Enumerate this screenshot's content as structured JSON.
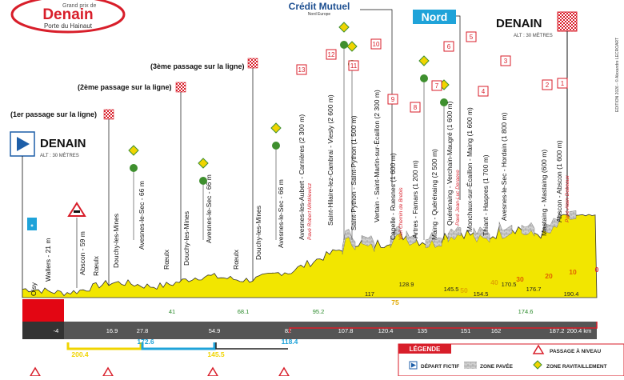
{
  "header": {
    "logo_line1": "Grand prix de",
    "logo_line2": "Denain",
    "logo_line3": "Porte du Hainaut",
    "sponsor": "Crédit Mutuel",
    "sponsor_sub": "Nord Europe",
    "region": "Nord",
    "finish_name": "DENAIN",
    "finish_alt": "ALT : 30 MÈTRES",
    "credit": "EDITION 2026 - © Alexandre LECROART"
  },
  "start": {
    "name": "DENAIN",
    "alt": "ALT : 30 MÈTRES"
  },
  "passages": [
    {
      "label": "(1er passage sur la ligne)"
    },
    {
      "label": "(2ème passage sur la ligne)"
    },
    {
      "label": "(3ème passage sur la ligne)"
    }
  ],
  "places": [
    {
      "name": "Oisy"
    },
    {
      "name": "Wallers - 21 m"
    },
    {
      "name": "Abscon - 59 m"
    },
    {
      "name": "Rœulx"
    },
    {
      "name": "Douchy-les-Mines"
    },
    {
      "name": "Avesnes-le-Sec - 66 m"
    },
    {
      "name": "Rœulx"
    },
    {
      "name": "Douchy-les-Mines"
    },
    {
      "name": "Avesnes-le-Sec - 66 m"
    },
    {
      "name": "Rœulx"
    },
    {
      "name": "Douchy-les-Mines"
    },
    {
      "name": "Avesnes-le-Sec - 66 m"
    },
    {
      "name": "Avesnes-les-Aubert - Carnières (2 300 m)",
      "sub": "Pavé Robert Mintkiewicz"
    },
    {
      "name": "Saint-Hilaire-lez-Cambrai - Viesly (2 600 m)"
    },
    {
      "name": "Saint-Python - Saint-Python (1 500 m)"
    },
    {
      "name": "Vertain - Saint-Martin-sur-Écaillon (2 300 m)"
    },
    {
      "name": "Capelle - Ruesnes (1 600 m)",
      "sub": "Vieil Chemin de Brebis"
    },
    {
      "name": "Artres - Famars (1 200 m)"
    },
    {
      "name": "Maing - Quérénaing (2 500 m)"
    },
    {
      "name": "Quérénaing - Verchain-Maugré (1 600 m)",
      "sub": "Pavé Jean-Luc Deraeve"
    },
    {
      "name": "Monchaux-sur-Écaillon - Maing (1 600 m)"
    },
    {
      "name": "Thiant - Haspres (1 700 m)"
    },
    {
      "name": "Avesnes-le-Sec - Hordain (1 800 m)"
    },
    {
      "name": "Mastaing - Mastaing (600 m)"
    },
    {
      "name": "Abscon - Abscon (1 600 m)",
      "sub": "Pavé Alain Debeaux"
    }
  ],
  "sector_numbers": [
    "13",
    "12",
    "11",
    "10",
    "9",
    "8",
    "7",
    "6",
    "5",
    "4",
    "3",
    "2",
    "1"
  ],
  "km_marks": [
    "-4",
    "16.9",
    "27.8",
    "41",
    "54.9",
    "68.1",
    "82",
    "95.2",
    "107.8",
    "117",
    "120.4",
    "128.9",
    "135",
    "145.5",
    "151",
    "154.5",
    "162",
    "170.5",
    "174.6",
    "176.7",
    "187.2",
    "190.4",
    "200.4 km"
  ],
  "remaining_marks": [
    "75",
    "50",
    "40",
    "30",
    "20",
    "10",
    "0"
  ],
  "bar_marks": [
    "200.4",
    "172.6",
    "145.5",
    "118.4"
  ],
  "legend": {
    "title": "LÉGENDE",
    "items": [
      "DÉPART FICTIF",
      "ZONE PAVÉE",
      "ZONE RAVITAILLEMENT",
      "PASSAGE À NIVEAU"
    ]
  },
  "colors": {
    "profile_yellow": "#f2e600",
    "start_red": "#e30613",
    "accent_red": "#d81e2a",
    "bar_blue": "#1fa3d9",
    "bar_yellow": "#f0d400",
    "ravito_green": "#3e8f2e",
    "start_blue": "#1d5ea8"
  }
}
